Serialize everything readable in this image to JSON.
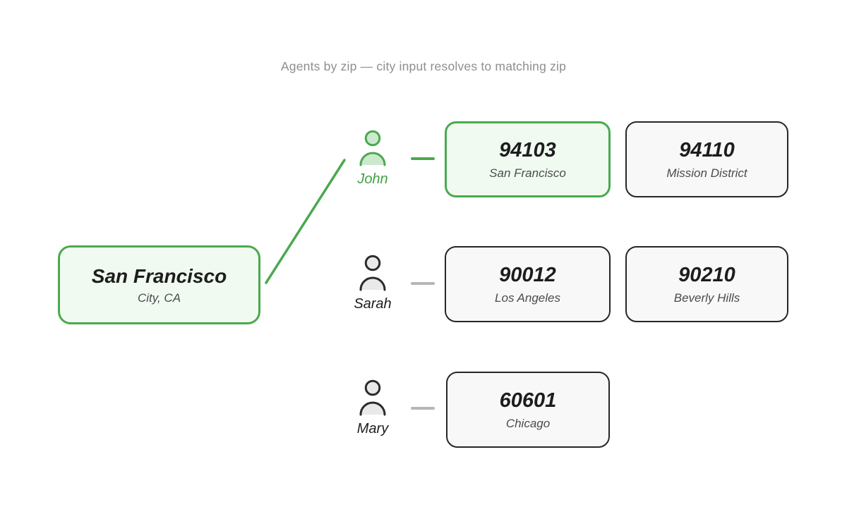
{
  "title": "Agents by zip — city input resolves to matching zip",
  "city_input": {
    "label": "San Francisco",
    "sublabel": "City, CA"
  },
  "agents": [
    {
      "name": "John",
      "icon": "person-icon",
      "highlighted": true,
      "zips": [
        {
          "code": "94103",
          "place": "San Francisco",
          "highlighted": true
        },
        {
          "code": "94110",
          "place": "Mission District",
          "highlighted": false
        }
      ]
    },
    {
      "name": "Sarah",
      "icon": "person-icon",
      "highlighted": false,
      "zips": [
        {
          "code": "90012",
          "place": "Los Angeles",
          "highlighted": false
        },
        {
          "code": "90210",
          "place": "Beverly Hills",
          "highlighted": false
        }
      ]
    },
    {
      "name": "Mary",
      "icon": "person-icon",
      "highlighted": false,
      "zips": [
        {
          "code": "60601",
          "place": "Chicago",
          "highlighted": false
        }
      ]
    }
  ],
  "colors": {
    "accent_green": "#4aa94f",
    "green_background": "#f1faf0",
    "dark_border": "#26262a",
    "card_background": "#f8f8f8",
    "text_dark": "#1d1d1f",
    "text_gray": "#4b4b50",
    "title_gray": "#8e8e93",
    "dash_gray": "#b6b6ba"
  }
}
